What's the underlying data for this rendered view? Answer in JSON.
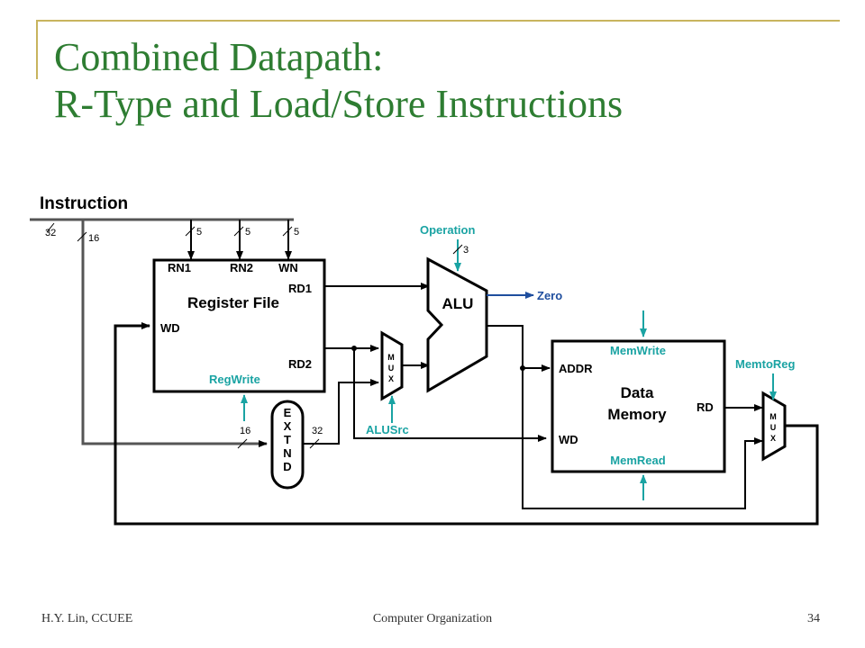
{
  "slide": {
    "title_line1": "Combined Datapath:",
    "title_line2": "R-Type and Load/Store Instructions",
    "footer_left": "H.Y. Lin, CCUEE",
    "footer_center": "Computer Organization",
    "page_number": "34"
  },
  "colors": {
    "title": "#2e7d32",
    "control": "#1aa3a3",
    "zero": "#1f4e9e",
    "frame": "#c8b45e"
  },
  "diagram": {
    "instruction": "Instruction",
    "bus_widths": {
      "instr": "32",
      "imm": "16",
      "rn1": "5",
      "rn2": "5",
      "wn": "5",
      "op": "3",
      "ext_in": "16",
      "ext_out": "32"
    },
    "register_file": {
      "name": "Register File",
      "rn1": "RN1",
      "rn2": "RN2",
      "wn": "WN",
      "rd1": "RD1",
      "rd2": "RD2",
      "wd": "WD",
      "control": "RegWrite"
    },
    "alu": {
      "name": "ALU",
      "operation": "Operation",
      "zero": "Zero"
    },
    "mux": {
      "letters": [
        "M",
        "U",
        "X"
      ],
      "alusrc": "ALUSrc",
      "memtoreg": "MemtoReg"
    },
    "extend": {
      "letters": [
        "E",
        "X",
        "T",
        "N",
        "D"
      ]
    },
    "data_memory": {
      "name_line1": "Data",
      "name_line2": "Memory",
      "addr": "ADDR",
      "wd": "WD",
      "rd": "RD",
      "memwrite": "MemWrite",
      "memread": "MemRead"
    }
  }
}
